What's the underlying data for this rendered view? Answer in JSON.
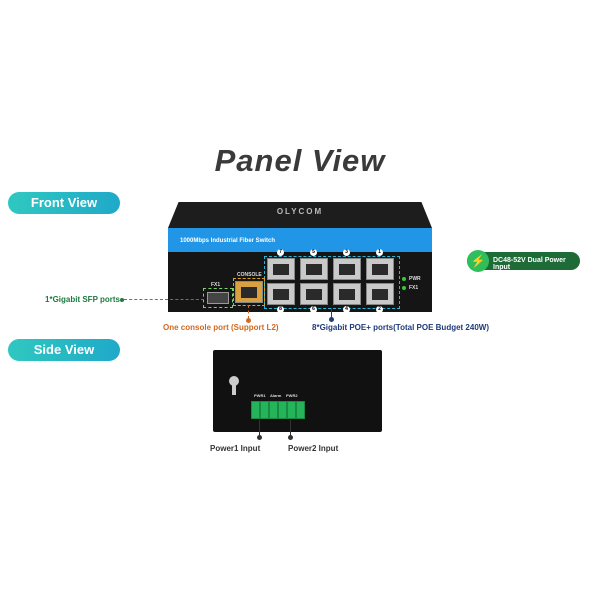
{
  "title": "Panel View",
  "front_view_label": "Front View",
  "side_view_label": "Side View",
  "switch": {
    "brand": "OLYCOM",
    "model_text": "1000Mbps Industrial Fiber Switch",
    "console_label": "CONSOLE",
    "sfp_label": "FX1",
    "led_labels": [
      "PWR",
      "FX1"
    ],
    "port_numbers_top": [
      "7",
      "5",
      "3",
      "1"
    ],
    "port_numbers_bottom": [
      "8",
      "6",
      "4",
      "2"
    ]
  },
  "callouts": {
    "power": "DC48-52V Dual Power Input",
    "sfp": "1*Gigabit SFP ports",
    "console": "One console port  (Support L2)",
    "poe": "8*Gigabit POE+ ports(Total POE Budget 240W)"
  },
  "side": {
    "terminal_labels": [
      "PWR1",
      "Alarm",
      "PWR2"
    ],
    "power1": "Power1 Input",
    "power2": "Power2 Input"
  },
  "colors": {
    "teal": "#2fc8c0",
    "blue": "#2196e6",
    "green": "#1e7a3e",
    "orange": "#d2691e",
    "navy": "#1f3a7a"
  }
}
